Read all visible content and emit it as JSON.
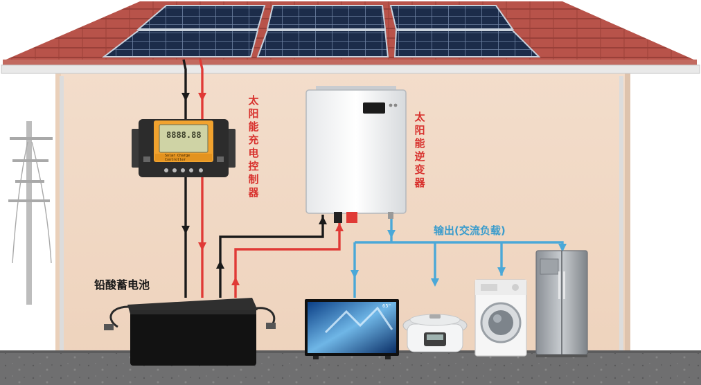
{
  "labels": {
    "controller": "太阳能充电控制器",
    "inverter": "太阳能逆变器",
    "battery": "铅酸蓄电池",
    "output": "输出(交流负载)"
  },
  "device_text": {
    "controller_brand_1": "Solar Charge",
    "controller_brand_2": "Controller",
    "controller_lcd": "8888.88",
    "tv_size": "65\""
  },
  "colors": {
    "positive_wire": "#e03a36",
    "negative_wire": "#1a1a1a",
    "ac_output_wire": "#4aa8d8",
    "label_red": "#d8322e",
    "label_blue": "#3a9ccc"
  }
}
